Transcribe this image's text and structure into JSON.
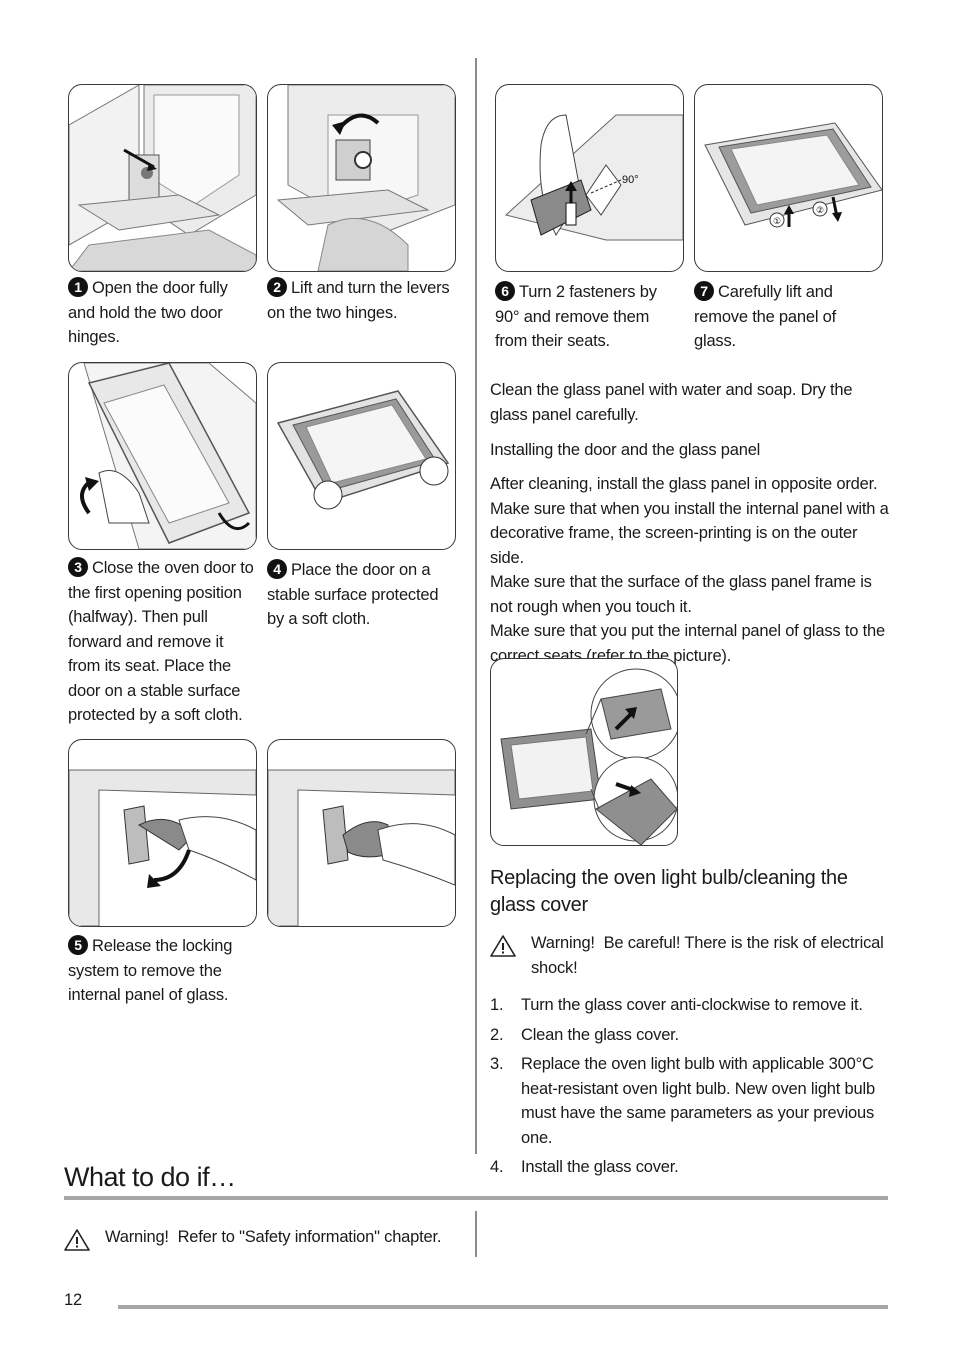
{
  "left": {
    "steps": [
      {
        "num": "1",
        "text": "Open the door fully and hold the two door hinges."
      },
      {
        "num": "2",
        "text": "Lift and turn the levers on the two hinges."
      },
      {
        "num": "3",
        "text": "Close the oven door to the first opening position (halfway). Then pull forward and remove it from its seat. Place the door on a stable surface protected by a soft cloth."
      },
      {
        "num": "4",
        "text": "Place the door on a stable surface protected by a soft cloth."
      },
      {
        "num": "5",
        "text": "Release the locking system to remove the internal panel of glass."
      }
    ]
  },
  "right": {
    "steps": [
      {
        "num": "6",
        "text": "Turn 2 fasteners by 90° and remove them from their seats."
      },
      {
        "num": "7",
        "text": "Carefully lift and remove the panel of glass."
      }
    ],
    "fig6_angle_label": "90°",
    "fig7_labels": [
      "①",
      "②"
    ],
    "clean_paragraph": "Clean the glass panel with water and soap. Dry the glass panel carefully.",
    "install_heading": "Installing the door and the glass panel",
    "install_lines": [
      "After cleaning, install the glass panel in opposite order.",
      "Make sure that when you install the internal panel with a decorative frame, the screen-printing is on the outer side.",
      "Make sure that the surface of the glass panel frame is not rough when you touch it.",
      "Make sure that you put the internal panel of glass to the correct seats (refer to the picture)."
    ],
    "replace_heading": "Replacing the oven light bulb/cleaning the glass cover",
    "warning_label": "Warning!",
    "warning_text": "Be careful! There is the risk of electrical shock!",
    "list": [
      {
        "n": "1.",
        "text": "Turn the glass cover anti-clockwise to remove it."
      },
      {
        "n": "2.",
        "text": "Clean the glass cover."
      },
      {
        "n": "3.",
        "text": "Replace the oven light bulb with applicable 300°C heat-resistant oven light bulb. New oven light bulb must have the same parameters as your previous one."
      },
      {
        "n": "4.",
        "text": "Install the glass cover."
      }
    ]
  },
  "section": {
    "title": "What to do if…",
    "warning_label": "Warning!",
    "warning_text": "Refer to \"Safety information\" chapter."
  },
  "footer": {
    "page_number": "12"
  }
}
